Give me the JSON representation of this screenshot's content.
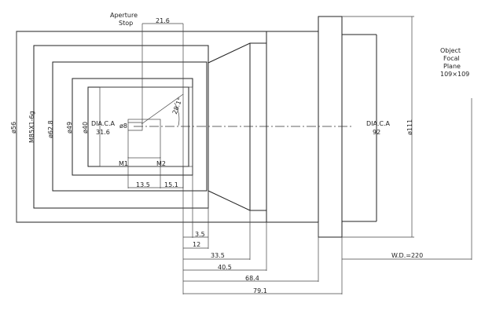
{
  "labels": {
    "aperture_line1": "Aperture",
    "aperture_line2": "Stop",
    "dim_21_6": "21.6",
    "object_line1": "Object",
    "object_line2": "Focal",
    "object_line3": "Plane",
    "object_line4": "109×109",
    "dia_ca_left": "DIA.C.A",
    "dia_ca_left_val": "31.6",
    "phi8": "ø8",
    "angle": "28.1°",
    "m1": "M1",
    "m2": "M2",
    "dia_ca_right": "DIA.C.A",
    "dia_ca_right_val": "92",
    "phi56": "ø56",
    "m85": "M85X1-6g",
    "phi62_8": "ø62.8",
    "phi49": "ø49",
    "phi40": "ø40",
    "phi111": "ø111",
    "d13_5": "13.5",
    "d15_1": "15.1",
    "d3_5": "3.5",
    "d12": "12",
    "d33_5": "33.5",
    "d40_5": "40.5",
    "d68_4": "68.4",
    "d79_1": "79.1",
    "wd": "W.D.=220"
  }
}
